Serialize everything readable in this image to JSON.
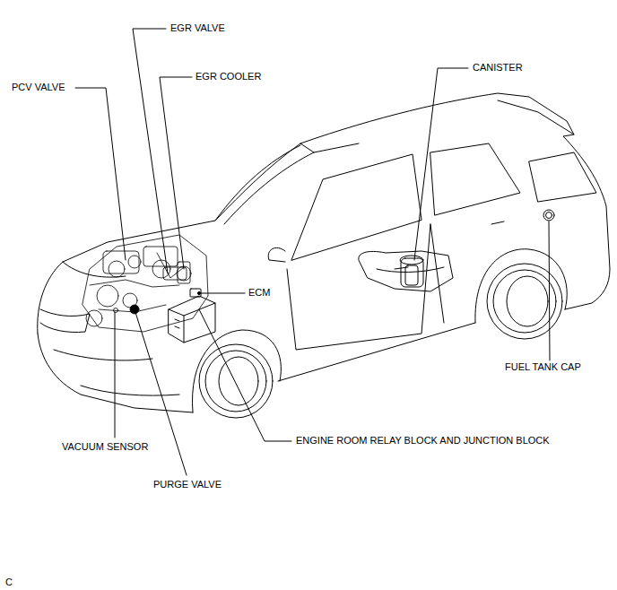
{
  "diagram": {
    "labels": [
      "EGR VALVE",
      "EGR COOLER",
      "PCV VALVE",
      "CANISTER",
      "ECM",
      "FUEL TANK CAP",
      "VACUUM SENSOR",
      "PURGE VALVE",
      "ENGINE ROOM RELAY BLOCK AND JUNCTION BLOCK",
      "C"
    ]
  }
}
